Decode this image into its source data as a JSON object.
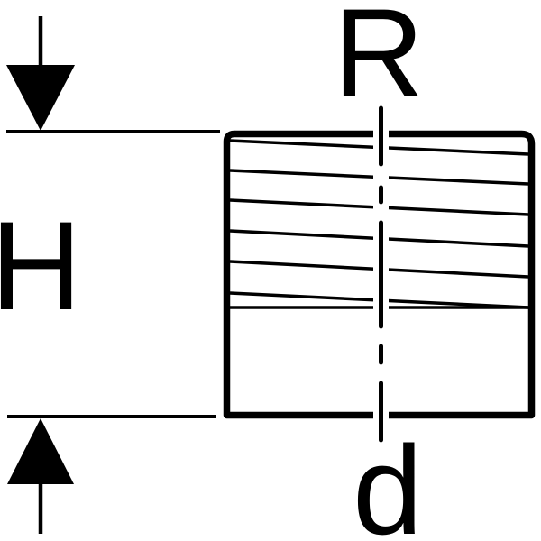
{
  "drawing": {
    "type": "technical-dimension-diagram",
    "subject": "threaded pipe fitting front view",
    "labels": {
      "thread_size": "R",
      "height": "H",
      "diameter": "d"
    },
    "colors": {
      "ink": "#000000",
      "background": "#ffffff"
    }
  }
}
